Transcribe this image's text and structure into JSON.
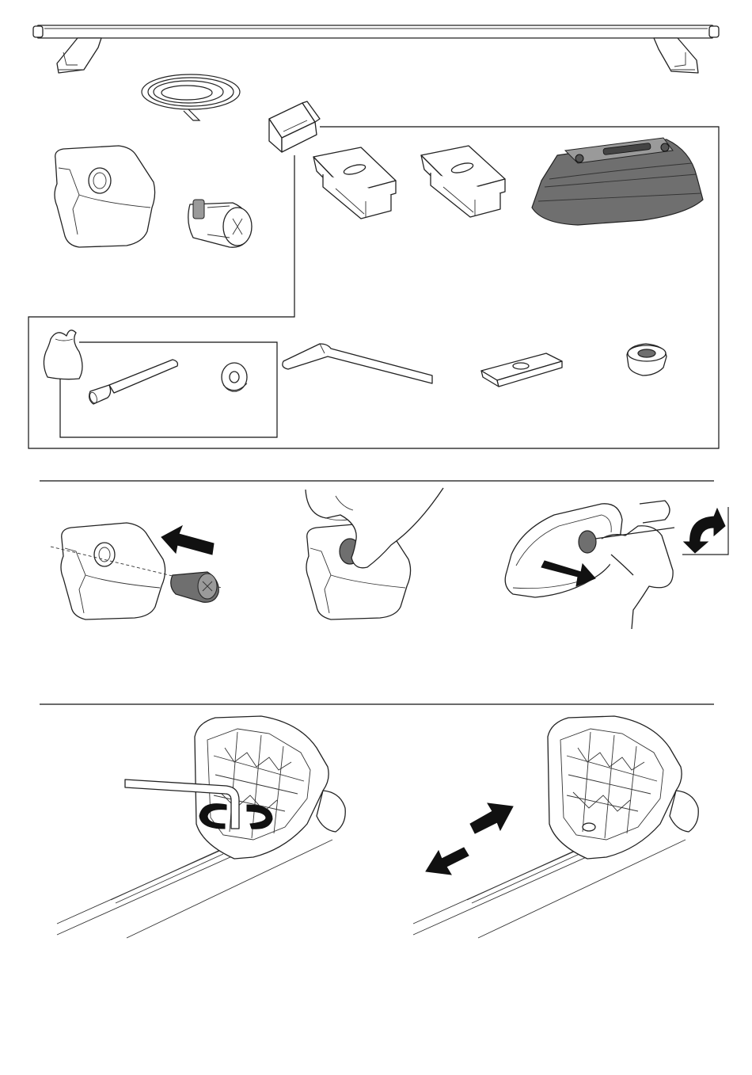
{
  "page": {
    "type": "assembly-instruction-sheet",
    "colors": {
      "ink": "#111111",
      "paper": "#ffffff",
      "shade": "#6f6f6f"
    }
  },
  "parts_section": {
    "items": [
      {
        "name": "roof-bar-with-feet"
      },
      {
        "name": "rubber-strip-coil"
      },
      {
        "name": "end-cap-knob"
      },
      {
        "name": "lock-cylinder"
      },
      {
        "name": "clip-holder"
      },
      {
        "name": "rubber-pad-a"
      },
      {
        "name": "rubber-pad-b"
      },
      {
        "name": "foot-pad-dark"
      },
      {
        "name": "bag"
      },
      {
        "name": "bolt"
      },
      {
        "name": "washer"
      },
      {
        "name": "allen-key"
      },
      {
        "name": "plate"
      },
      {
        "name": "bushing"
      }
    ]
  },
  "steps": {
    "row1": [
      {
        "name": "insert-lock-step"
      },
      {
        "name": "press-lock-step"
      },
      {
        "name": "remove-lock-step"
      }
    ],
    "row2": [
      {
        "name": "tighten-bolt-step"
      },
      {
        "name": "slide-foot-step"
      }
    ]
  }
}
